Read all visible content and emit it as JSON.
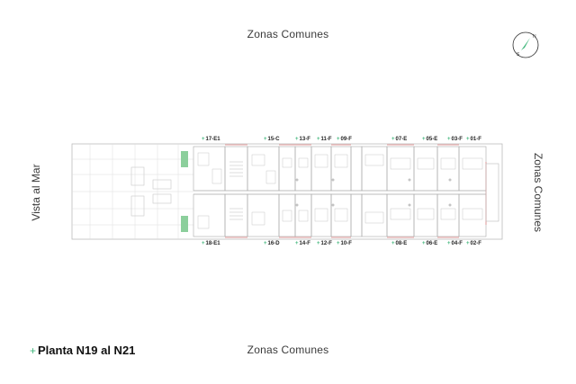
{
  "labels": {
    "top": "Zonas Comunes",
    "bottom": "Zonas Comunes",
    "left": "Vista al Mar",
    "right": "Zonas Comunes"
  },
  "footer": {
    "marker": "+",
    "title": "Planta N19 al N21"
  },
  "compass": {
    "north": "N",
    "south": "S",
    "icon": "compass-icon"
  },
  "units_top": [
    "17-E1",
    "15-C",
    "13-F",
    "11-F",
    "09-F",
    "07-E",
    "05-E",
    "03-F",
    "01-F"
  ],
  "units_bottom": [
    "18-E1",
    "16-D",
    "14-F",
    "12-F",
    "10-F",
    "08-E",
    "06-E",
    "04-F",
    "02-F"
  ],
  "colors": {
    "accent": "#3fb67a",
    "line": "#b9b9b9",
    "red": "#e48686",
    "text": "#3a3a3a"
  }
}
